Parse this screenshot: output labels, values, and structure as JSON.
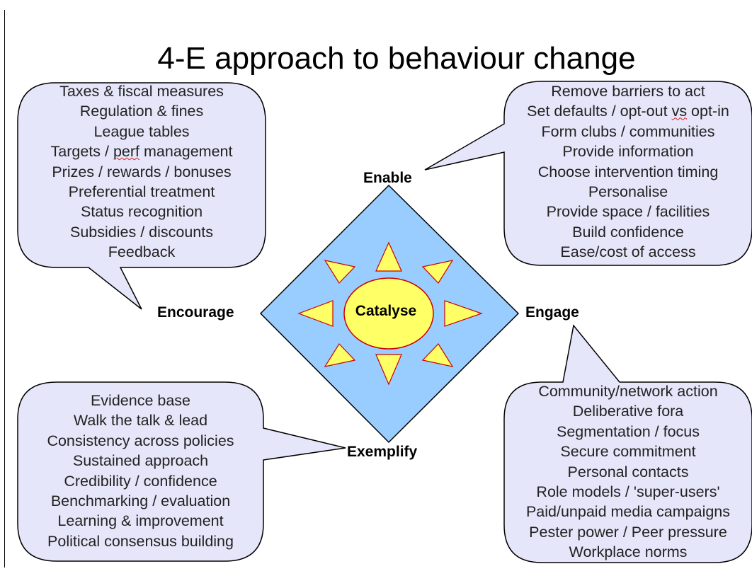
{
  "title": "4-E approach to behaviour change",
  "center": {
    "label": "Catalyse"
  },
  "labels": {
    "enable": "Enable",
    "encourage": "Encourage",
    "engage": "Engage",
    "exemplify": "Exemplify"
  },
  "encourage_items": [
    "Taxes & fiscal measures",
    "Regulation & fines",
    "League tables",
    "Targets / perf management",
    "Prizes / rewards / bonuses",
    "Preferential treatment",
    "Status recognition",
    "Subsidies / discounts",
    "Feedback"
  ],
  "enable_items": [
    "Remove barriers to act",
    "Set defaults / opt-out vs opt-in",
    "Form clubs / communities",
    "Provide information",
    "Choose intervention timing",
    "Personalise",
    "Provide space / facilities",
    "Build confidence",
    "Ease/cost of access"
  ],
  "exemplify_items": [
    "Evidence base",
    "Walk the talk & lead",
    "Consistency across policies",
    "Sustained approach",
    "Credibility / confidence",
    "Benchmarking / evaluation",
    "Learning & improvement",
    "Political consensus building"
  ],
  "engage_items": [
    "Community/network action",
    "Deliberative fora",
    "Segmentation / focus",
    "Secure commitment",
    "Personal contacts",
    "Role models / 'super-users'",
    "Paid/unpaid media campaigns",
    "Pester power / Peer pressure",
    "Workplace norms"
  ],
  "colors": {
    "bubble_fill": "#e6e6fa",
    "bubble_stroke": "#000000",
    "diamond_fill": "#99ccff",
    "sun_fill": "#ffff66",
    "sun_stroke": "#cc0000",
    "spellcheck_underline": "#d92020"
  }
}
